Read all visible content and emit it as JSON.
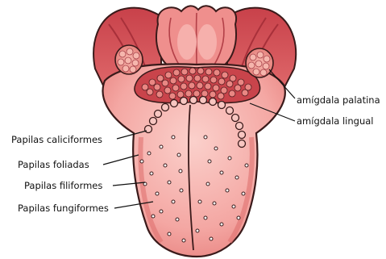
{
  "labels": {
    "amigdala_palatina": "amígdala palatina",
    "amigdala_lingual": "amígdala lingual",
    "papilas_caliciformes": "Papilas caliciformes",
    "papilas_foliadas": "Papilas foliadas",
    "papilas_filiformes": "Papilas filiformes",
    "papilas_fungiformes": "Papilas fungiformes"
  },
  "colors": {
    "outline": "#3a1a1a",
    "tissue_dark": "#d9545a",
    "tissue_mid": "#ee8f8c",
    "tongue": "#f5a8a5",
    "tongue_light": "#f9c4c0",
    "tonsil": "#f1a39a"
  }
}
